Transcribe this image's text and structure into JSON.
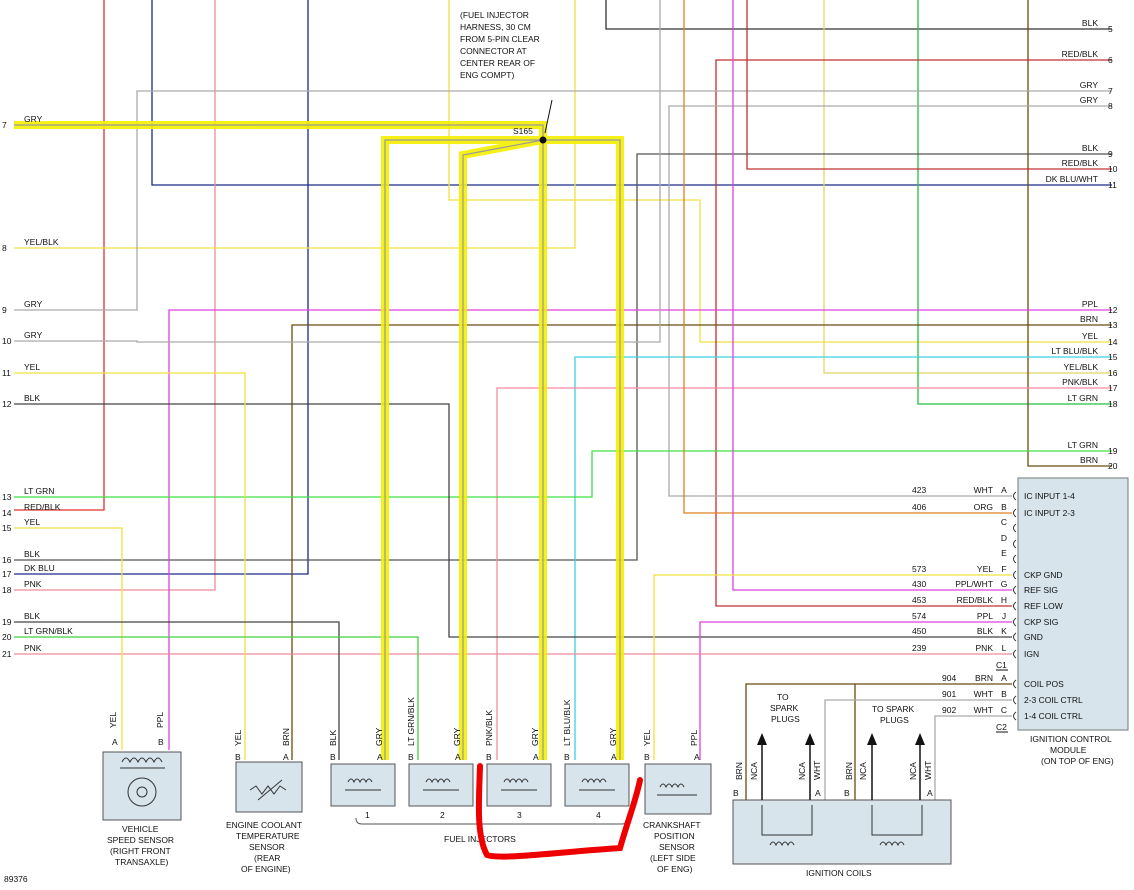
{
  "left_pins": [
    {
      "num": "7",
      "wire": "GRY"
    },
    {
      "num": "8",
      "wire": "YEL/BLK"
    },
    {
      "num": "9",
      "wire": "GRY"
    },
    {
      "num": "10",
      "wire": "GRY"
    },
    {
      "num": "11",
      "wire": "YEL"
    },
    {
      "num": "12",
      "wire": "BLK"
    },
    {
      "num": "13",
      "wire": "LT GRN"
    },
    {
      "num": "14",
      "wire": "RED/BLK"
    },
    {
      "num": "15",
      "wire": "YEL"
    },
    {
      "num": "16",
      "wire": "BLK"
    },
    {
      "num": "17",
      "wire": "DK BLU"
    },
    {
      "num": "18",
      "wire": "PNK"
    },
    {
      "num": "19",
      "wire": "BLK"
    },
    {
      "num": "20",
      "wire": "LT GRN/BLK"
    },
    {
      "num": "21",
      "wire": "PNK"
    }
  ],
  "right_pins": [
    {
      "num": "5",
      "wire": "BLK"
    },
    {
      "num": "6",
      "wire": "RED/BLK"
    },
    {
      "num": "7",
      "wire": "GRY"
    },
    {
      "num": "8",
      "wire": "GRY"
    },
    {
      "num": "9",
      "wire": "BLK"
    },
    {
      "num": "10",
      "wire": "RED/BLK"
    },
    {
      "num": "11",
      "wire": "DK BLU/WHT"
    },
    {
      "num": "12",
      "wire": "PPL"
    },
    {
      "num": "13",
      "wire": "BRN"
    },
    {
      "num": "14",
      "wire": "YEL"
    },
    {
      "num": "15",
      "wire": "LT BLU/BLK"
    },
    {
      "num": "16",
      "wire": "YEL/BLK"
    },
    {
      "num": "17",
      "wire": "PNK/BLK"
    },
    {
      "num": "18",
      "wire": "LT GRN"
    },
    {
      "num": "19",
      "wire": "LT GRN"
    },
    {
      "num": "20",
      "wire": "BRN"
    }
  ],
  "harness_note": [
    "(FUEL INJECTOR",
    "HARNESS, 30 CM",
    "FROM 5-PIN CLEAR",
    "CONNECTOR AT",
    "CENTER REAR OF",
    "ENG COMPT)"
  ],
  "splice_label": "S165",
  "icm": {
    "c1_rows": [
      {
        "circuit": "423",
        "wire": "WHT",
        "pin": "A",
        "func": "IC INPUT 1-4"
      },
      {
        "circuit": "406",
        "wire": "ORG",
        "pin": "B",
        "func": "IC INPUT 2-3"
      },
      {
        "circuit": "",
        "wire": "",
        "pin": "C",
        "func": ""
      },
      {
        "circuit": "",
        "wire": "",
        "pin": "D",
        "func": ""
      },
      {
        "circuit": "",
        "wire": "",
        "pin": "E",
        "func": ""
      },
      {
        "circuit": "573",
        "wire": "YEL",
        "pin": "F",
        "func": "CKP GND"
      },
      {
        "circuit": "430",
        "wire": "PPL/WHT",
        "pin": "G",
        "func": "REF SIG"
      },
      {
        "circuit": "453",
        "wire": "RED/BLK",
        "pin": "H",
        "func": "REF LOW"
      },
      {
        "circuit": "574",
        "wire": "PPL",
        "pin": "J",
        "func": "CKP SIG"
      },
      {
        "circuit": "450",
        "wire": "BLK",
        "pin": "K",
        "func": "GND"
      },
      {
        "circuit": "239",
        "wire": "PNK",
        "pin": "L",
        "func": "IGN"
      }
    ],
    "c1_label": "C1",
    "c2_rows": [
      {
        "circuit": "904",
        "wire": "BRN",
        "pin": "A",
        "func": "COIL POS"
      },
      {
        "circuit": "901",
        "wire": "WHT",
        "pin": "B",
        "func": "2-3 COIL CTRL"
      },
      {
        "circuit": "902",
        "wire": "WHT",
        "pin": "C",
        "func": "1-4 COIL CTRL"
      }
    ],
    "c2_label": "C2",
    "name": [
      "IGNITION CONTROL",
      "MODULE",
      "(ON TOP OF ENG)"
    ]
  },
  "components": {
    "vss": {
      "pins": [
        "A",
        "B"
      ],
      "wires": [
        "YEL",
        "PPL"
      ],
      "name": [
        "VEHICLE",
        "SPEED SENSOR",
        "(RIGHT FRONT",
        "TRANSAXLE)"
      ]
    },
    "ect": {
      "pins": [
        "B",
        "A"
      ],
      "wires": [
        "YEL",
        "BRN"
      ],
      "name": [
        "ENGINE COOLANT",
        "TEMPERATURE",
        "SENSOR",
        "(REAR",
        "OF ENGINE)"
      ]
    },
    "injectors": [
      {
        "num": "1",
        "pins": [
          "B",
          "A"
        ],
        "wires": [
          "BLK",
          "GRY"
        ]
      },
      {
        "num": "2",
        "pins": [
          "B",
          "A"
        ],
        "wires": [
          "LT GRN/BLK",
          "GRY"
        ]
      },
      {
        "num": "3",
        "pins": [
          "B",
          "A"
        ],
        "wires": [
          "PNK/BLK",
          "GRY"
        ]
      },
      {
        "num": "4",
        "pins": [
          "B",
          "A"
        ],
        "wires": [
          "LT BLU/BLK",
          "GRY"
        ]
      }
    ],
    "injectors_name": "FUEL INJECTORS",
    "ckp": {
      "pins": [
        "B",
        "A"
      ],
      "wires": [
        "YEL",
        "PPL"
      ],
      "name": [
        "CRANKSHAFT",
        "POSITION",
        "SENSOR",
        "(LEFT SIDE",
        "OF ENG)"
      ]
    },
    "coils": {
      "pins": [
        "B",
        "A",
        "B",
        "A"
      ],
      "wires": [
        "BRN",
        "NCA",
        "NCA",
        "WHT",
        "BRN",
        "NCA",
        "NCA",
        "WHT"
      ],
      "spark_label": [
        "TO",
        "SPARK",
        "PLUGS"
      ],
      "spark_label2": [
        "TO SPARK",
        "PLUGS"
      ],
      "name": "IGNITION COILS"
    }
  },
  "figure_id": "89376"
}
